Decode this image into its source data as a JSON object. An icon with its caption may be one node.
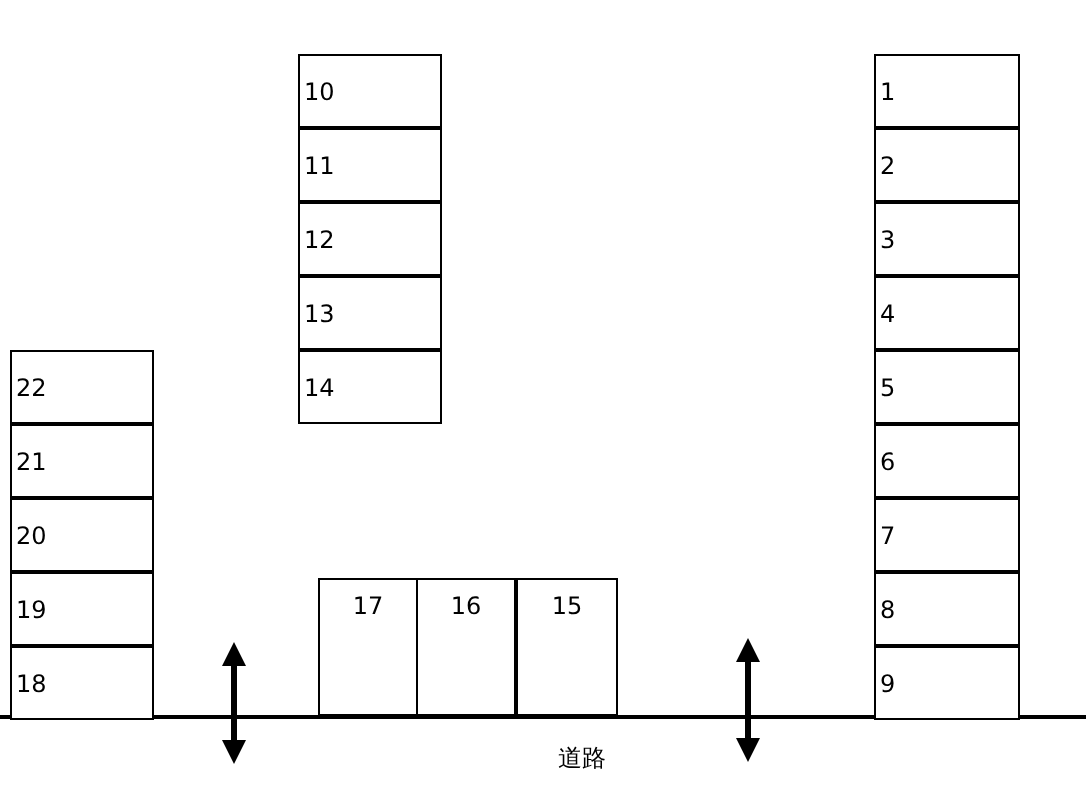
{
  "diagram": {
    "nodes": [
      {
        "text": [
          "1"
        ]
      },
      {
        "text": [
          "2"
        ]
      },
      {
        "text": [
          "3"
        ]
      },
      {
        "text": [
          "4"
        ]
      },
      {
        "text": [
          "5"
        ]
      },
      {
        "text": [
          "6"
        ]
      },
      {
        "text": [
          "7"
        ]
      },
      {
        "text": [
          "8"
        ]
      },
      {
        "text": [
          "9"
        ]
      },
      {
        "text": [
          "10"
        ]
      },
      {
        "text": [
          "11"
        ]
      },
      {
        "text": [
          "12"
        ]
      },
      {
        "text": [
          "13"
        ]
      },
      {
        "text": [
          "14"
        ]
      },
      {
        "text": [
          "15"
        ]
      },
      {
        "text": [
          "16"
        ]
      },
      {
        "text": [
          "17"
        ]
      },
      {
        "text": [
          "18"
        ]
      },
      {
        "text": [
          "19"
        ]
      },
      {
        "text": [
          "20"
        ]
      },
      {
        "text": [
          "21"
        ]
      },
      {
        "text": [
          "22"
        ]
      }
    ],
    "labels": [
      "道路"
    ]
  }
}
